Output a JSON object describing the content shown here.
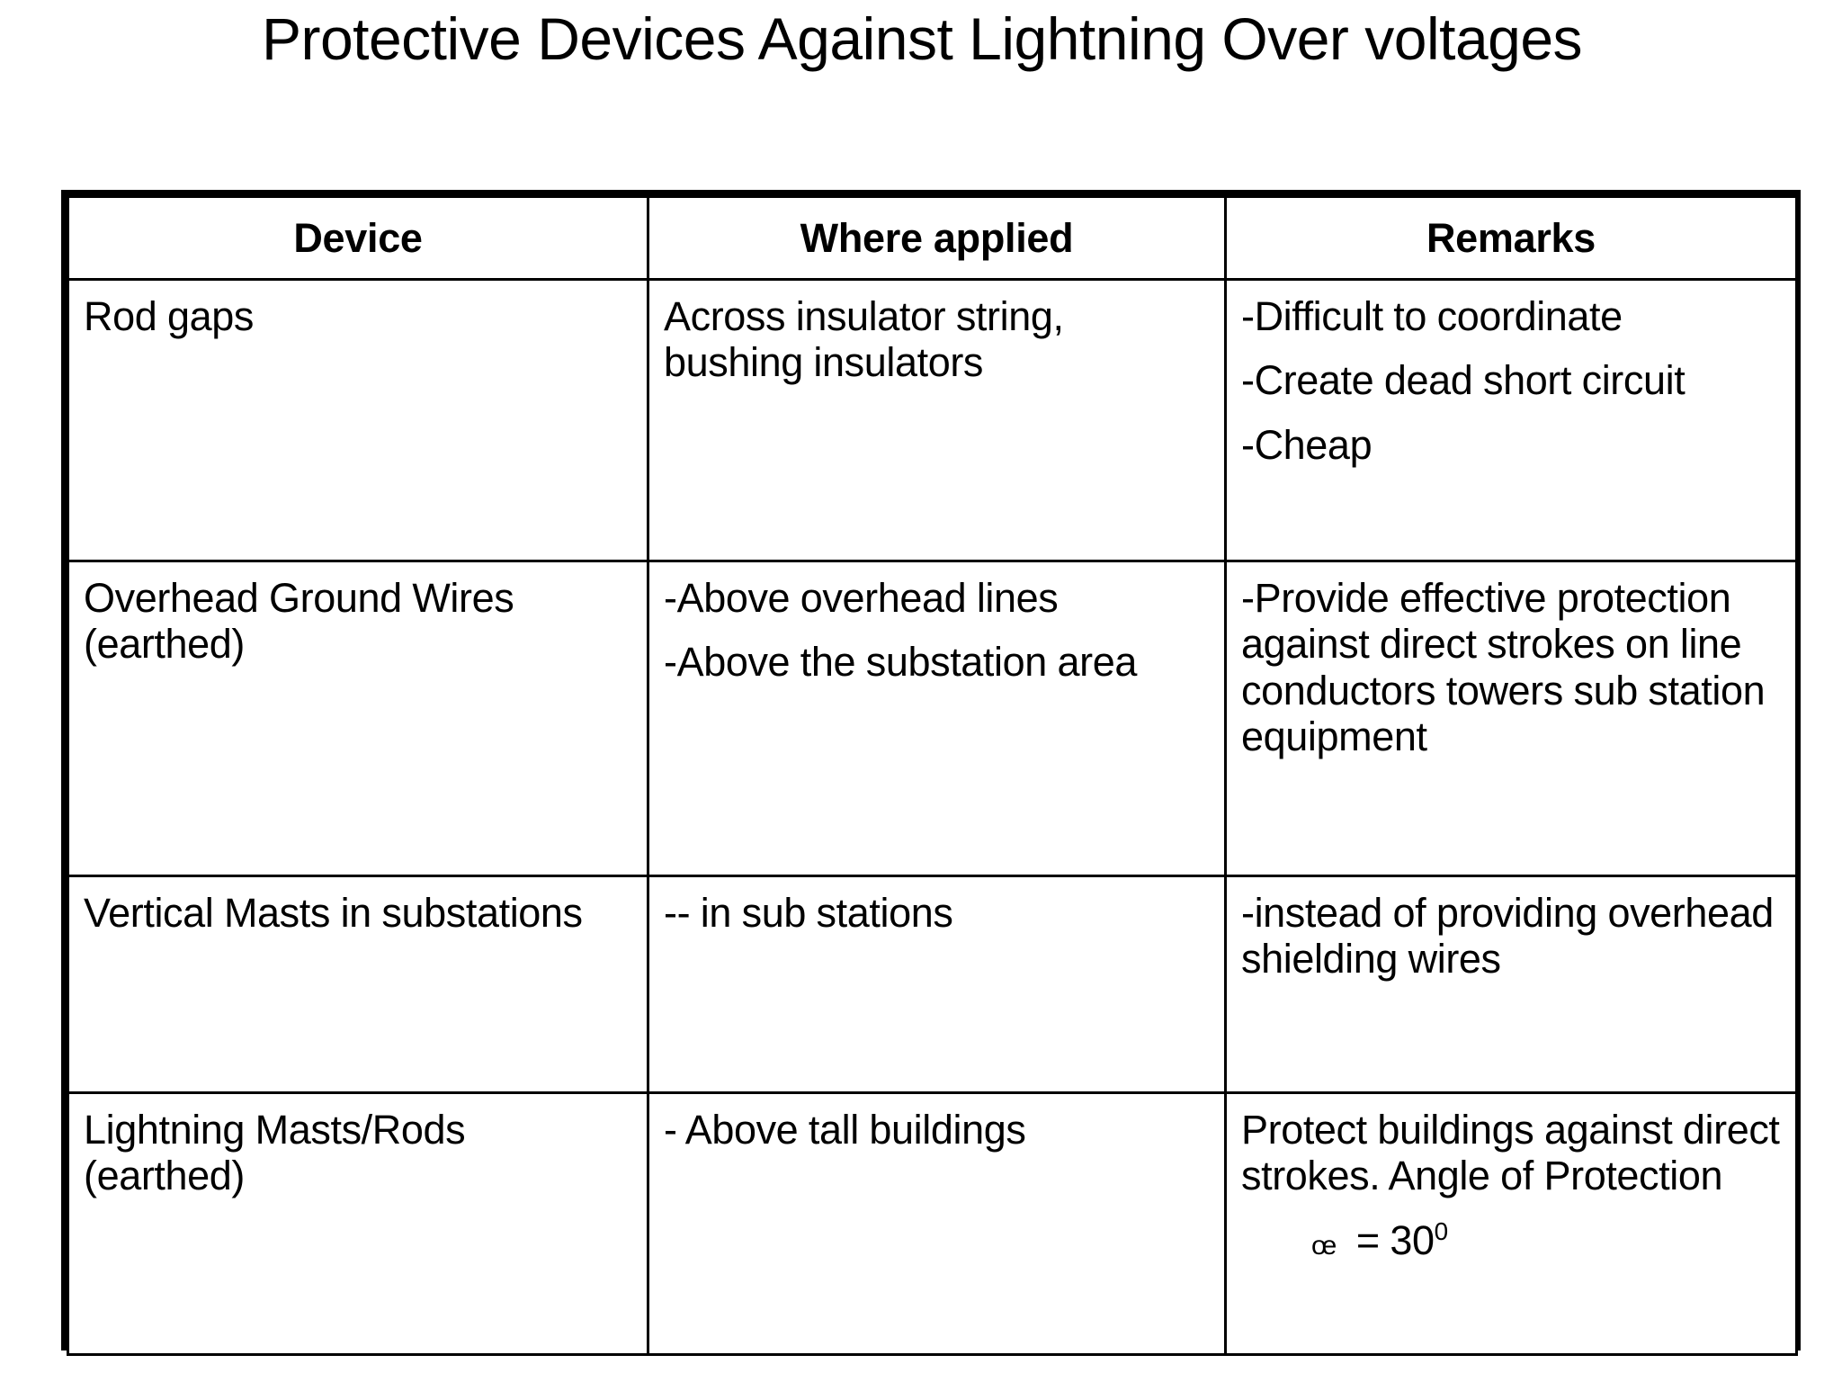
{
  "slide": {
    "title": "Protective Devices Against Lightning Over voltages",
    "background_color": "#ffffff",
    "text_color": "#000000"
  },
  "table": {
    "headers": {
      "device": "Device",
      "where_applied": "Where applied",
      "remarks": "Remarks"
    },
    "rows": [
      {
        "device": "Rod gaps",
        "where_applied": "Across insulator string, bushing insulators",
        "remarks_lines": [
          "-Difficult to coordinate",
          "-Create dead short circuit",
          "-Cheap"
        ]
      },
      {
        "device": "Overhead Ground Wires (earthed)",
        "where_lines": [
          "-Above overhead lines",
          "-Above the substation area"
        ],
        "remarks": "-Provide effective protection against direct strokes on line conductors towers sub station equipment"
      },
      {
        "device": "Vertical Masts in substations",
        "where_applied": "-- in sub stations",
        "remarks": "-instead of providing overhead shielding wires"
      },
      {
        "device": "Lightning Masts/Rods (earthed)",
        "where_applied": "- Above tall buildings",
        "remarks": "Protect buildings against direct strokes. Angle of Protection",
        "angle_symbol": "œ",
        "angle_value": "= 30",
        "angle_degree": "0"
      }
    ]
  }
}
